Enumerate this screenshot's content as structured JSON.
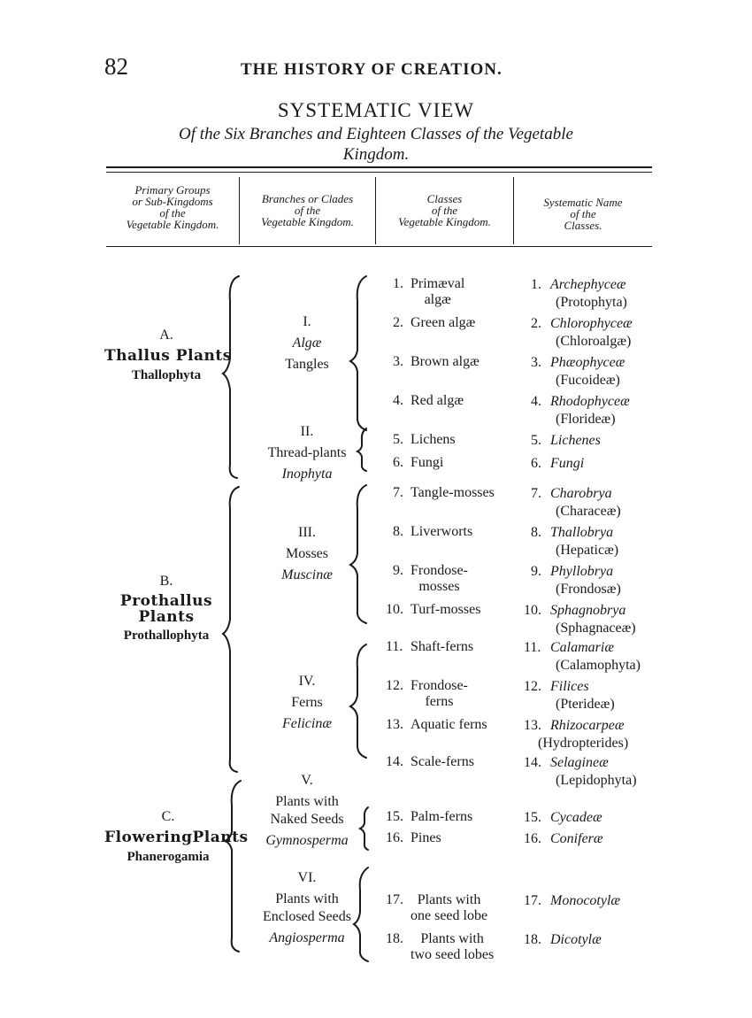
{
  "header": {
    "page_number": "82",
    "running_head": "THE HISTORY OF CREATION."
  },
  "title": "SYSTEMATIC VIEW",
  "subtitle_line1": "Of the Six Branches and Eighteen Classes of the Vegetable",
  "subtitle_line2": "Kingdom.",
  "columns": {
    "groups": [
      "Primary Groups",
      "or Sub-Kingdoms",
      "of the",
      "Vegetable Kingdom."
    ],
    "branches": [
      "Branches or Clades",
      "of the",
      "Vegetable Kingdom."
    ],
    "classes": [
      "Classes",
      "of the",
      "Vegetable Kingdom."
    ],
    "systematic": [
      "Systematic Name",
      "of the",
      "Classes."
    ]
  },
  "groups": [
    {
      "letter": "A.",
      "name": "Thallus Plants",
      "latin": "Thallophyta"
    },
    {
      "letter": "B.",
      "name_line1": "Prothallus",
      "name_line2": "Plants",
      "latin": "Prothallophyta"
    },
    {
      "letter": "C.",
      "name": "FloweringPlants",
      "latin": "Phanerogamia"
    }
  ],
  "branches": [
    {
      "numeral": "I.",
      "latin": "Algæ",
      "name": "Tangles"
    },
    {
      "numeral": "II.",
      "name": "Thread-plants",
      "latin": "Inophyta"
    },
    {
      "numeral": "III.",
      "name": "Mosses",
      "latin": "Muscinæ"
    },
    {
      "numeral": "IV.",
      "name": "Ferns",
      "latin": "Felicinæ"
    },
    {
      "numeral": "V.",
      "name_line1": "Plants with",
      "name_line2": "Naked Seeds",
      "latin": "Gymnosperma"
    },
    {
      "numeral": "VI.",
      "name_line1": "Plants with",
      "name_line2": "Enclosed Seeds",
      "latin": "Angiosperma"
    }
  ],
  "classes": [
    {
      "num": "1.",
      "name": [
        "Primæval",
        "algæ"
      ],
      "sys_num": "1.",
      "sys": "Archephyceæ",
      "sys_alt": "(Protophyta)"
    },
    {
      "num": "2.",
      "name": [
        "Green algæ"
      ],
      "sys_num": "2.",
      "sys": "Chlorophyceæ",
      "sys_alt": "(Chloroalgæ)"
    },
    {
      "num": "3.",
      "name": [
        "Brown algæ"
      ],
      "sys_num": "3.",
      "sys": "Phæophyceæ",
      "sys_alt": "(Fucoideæ)"
    },
    {
      "num": "4.",
      "name": [
        "Red algæ"
      ],
      "sys_num": "4.",
      "sys": "Rhodophyceæ",
      "sys_alt": "(Florideæ)"
    },
    {
      "num": "5.",
      "name": [
        "Lichens"
      ],
      "sys_num": "5.",
      "sys": "Lichenes",
      "sys_alt": ""
    },
    {
      "num": "6.",
      "name": [
        "Fungi"
      ],
      "sys_num": "6.",
      "sys": "Fungi",
      "sys_alt": ""
    },
    {
      "num": "7.",
      "name": [
        "Tangle-mosses"
      ],
      "sys_num": "7.",
      "sys": "Charobrya",
      "sys_alt": "(Characeæ)"
    },
    {
      "num": "8.",
      "name": [
        "Liverworts"
      ],
      "sys_num": "8.",
      "sys": "Thallobrya",
      "sys_alt": "(Hepaticæ)"
    },
    {
      "num": "9.",
      "name": [
        "Frondose-",
        "mosses"
      ],
      "sys_num": "9.",
      "sys": "Phyllobrya",
      "sys_alt": "(Frondosæ)"
    },
    {
      "num": "10.",
      "name": [
        "Turf-mosses"
      ],
      "sys_num": "10.",
      "sys": "Sphagnobrya",
      "sys_alt": "(Sphagnaceæ)"
    },
    {
      "num": "11.",
      "name": [
        "Shaft-ferns"
      ],
      "sys_num": "11.",
      "sys": "Calamariæ",
      "sys_alt": "(Calamophyta)"
    },
    {
      "num": "12.",
      "name": [
        "Frondose-",
        "ferns"
      ],
      "sys_num": "12.",
      "sys": "Filices",
      "sys_alt": "(Pterideæ)"
    },
    {
      "num": "13.",
      "name": [
        "Aquatic ferns"
      ],
      "sys_num": "13.",
      "sys": "Rhizocarpeæ",
      "sys_alt": "(Hydropterides)"
    },
    {
      "num": "14.",
      "name": [
        "Scale-ferns"
      ],
      "sys_num": "14.",
      "sys": "Selagineæ",
      "sys_alt": "(Lepidophyta)"
    },
    {
      "num": "15.",
      "name": [
        "Palm-ferns"
      ],
      "sys_num": "15.",
      "sys": "Cycadeæ",
      "sys_alt": ""
    },
    {
      "num": "16.",
      "name": [
        "Pines"
      ],
      "sys_num": "16.",
      "sys": "Coniferæ",
      "sys_alt": ""
    },
    {
      "num": "17.",
      "name": [
        "Plants with",
        "one seed lobe"
      ],
      "sys_num": "17.",
      "sys": "Monocotylæ",
      "sys_alt": ""
    },
    {
      "num": "18.",
      "name": [
        "Plants with",
        "two seed lobes"
      ],
      "sys_num": "18.",
      "sys": "Dicotylæ",
      "sys_alt": ""
    }
  ]
}
